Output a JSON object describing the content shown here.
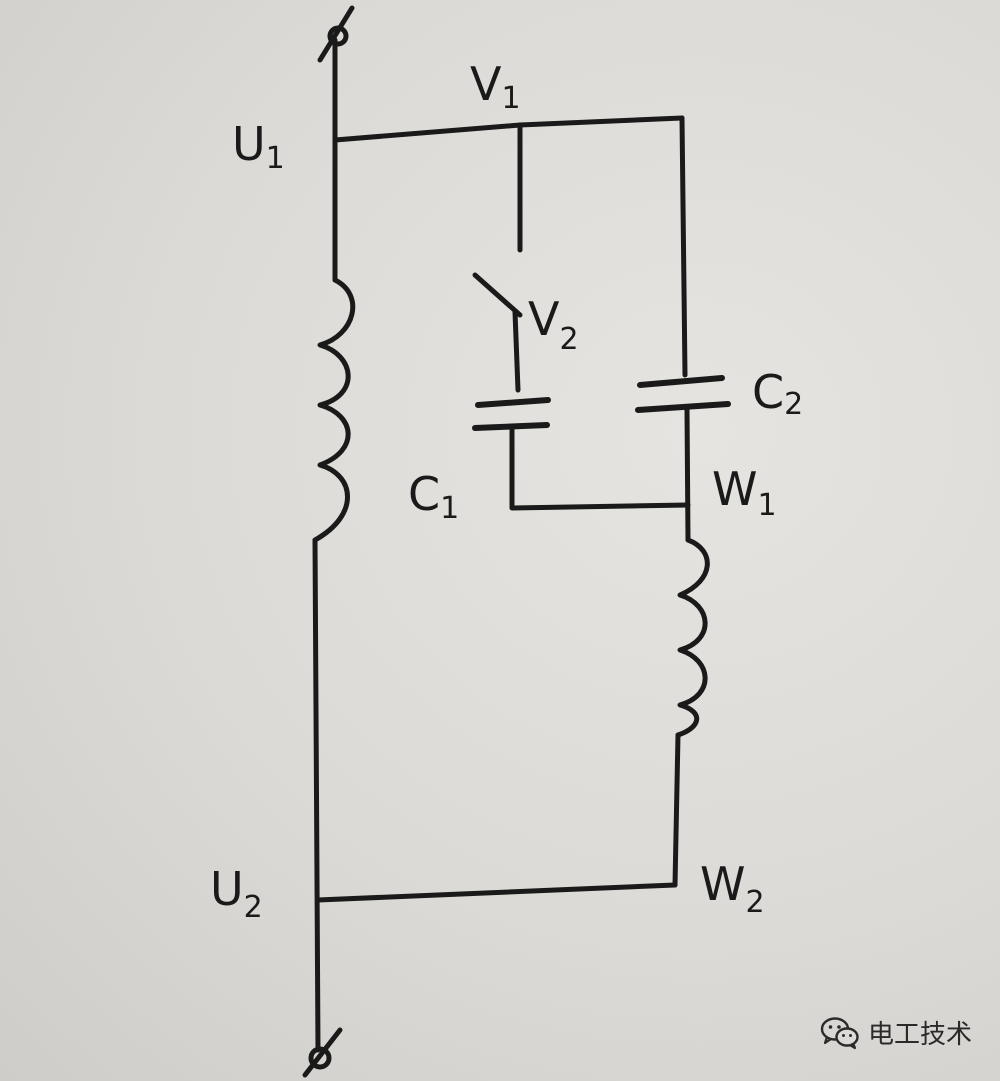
{
  "terminals": {
    "u1": {
      "main": "U",
      "sub": "1"
    },
    "u2": {
      "main": "U",
      "sub": "2"
    },
    "v1": {
      "main": "V",
      "sub": "1"
    },
    "v2": {
      "main": "V",
      "sub": "2"
    },
    "w1": {
      "main": "W",
      "sub": "1"
    },
    "w2": {
      "main": "W",
      "sub": "2"
    }
  },
  "capacitors": {
    "c1": {
      "main": "C",
      "sub": "1"
    },
    "c2": {
      "main": "C",
      "sub": "2"
    }
  },
  "watermark": {
    "text": "电工技术",
    "icon": "wechat-icon"
  },
  "colors": {
    "ink": "#1a1a1a",
    "paper": "#dcdad6"
  }
}
